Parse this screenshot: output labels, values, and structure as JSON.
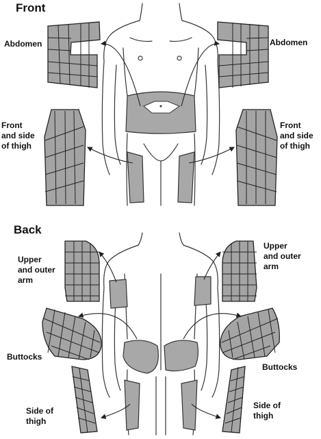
{
  "sections": {
    "front": "Front",
    "back": "Back"
  },
  "labels": {
    "abdomen_left": "Abdomen",
    "abdomen_right": "Abdomen",
    "thigh_front_left": "Front\nand side\nof thigh",
    "thigh_front_right": "Front\nand side\nof thigh",
    "arm_left": "Upper\nand outer\narm",
    "arm_right": "Upper\nand outer\narm",
    "buttocks_left": "Buttocks",
    "buttocks_right": "Buttocks",
    "thigh_side_left": "Side of\nthigh",
    "thigh_side_right": "Side of\nthigh"
  },
  "colors": {
    "zone_fill": "#a8a8a8",
    "outline": "#333333"
  }
}
